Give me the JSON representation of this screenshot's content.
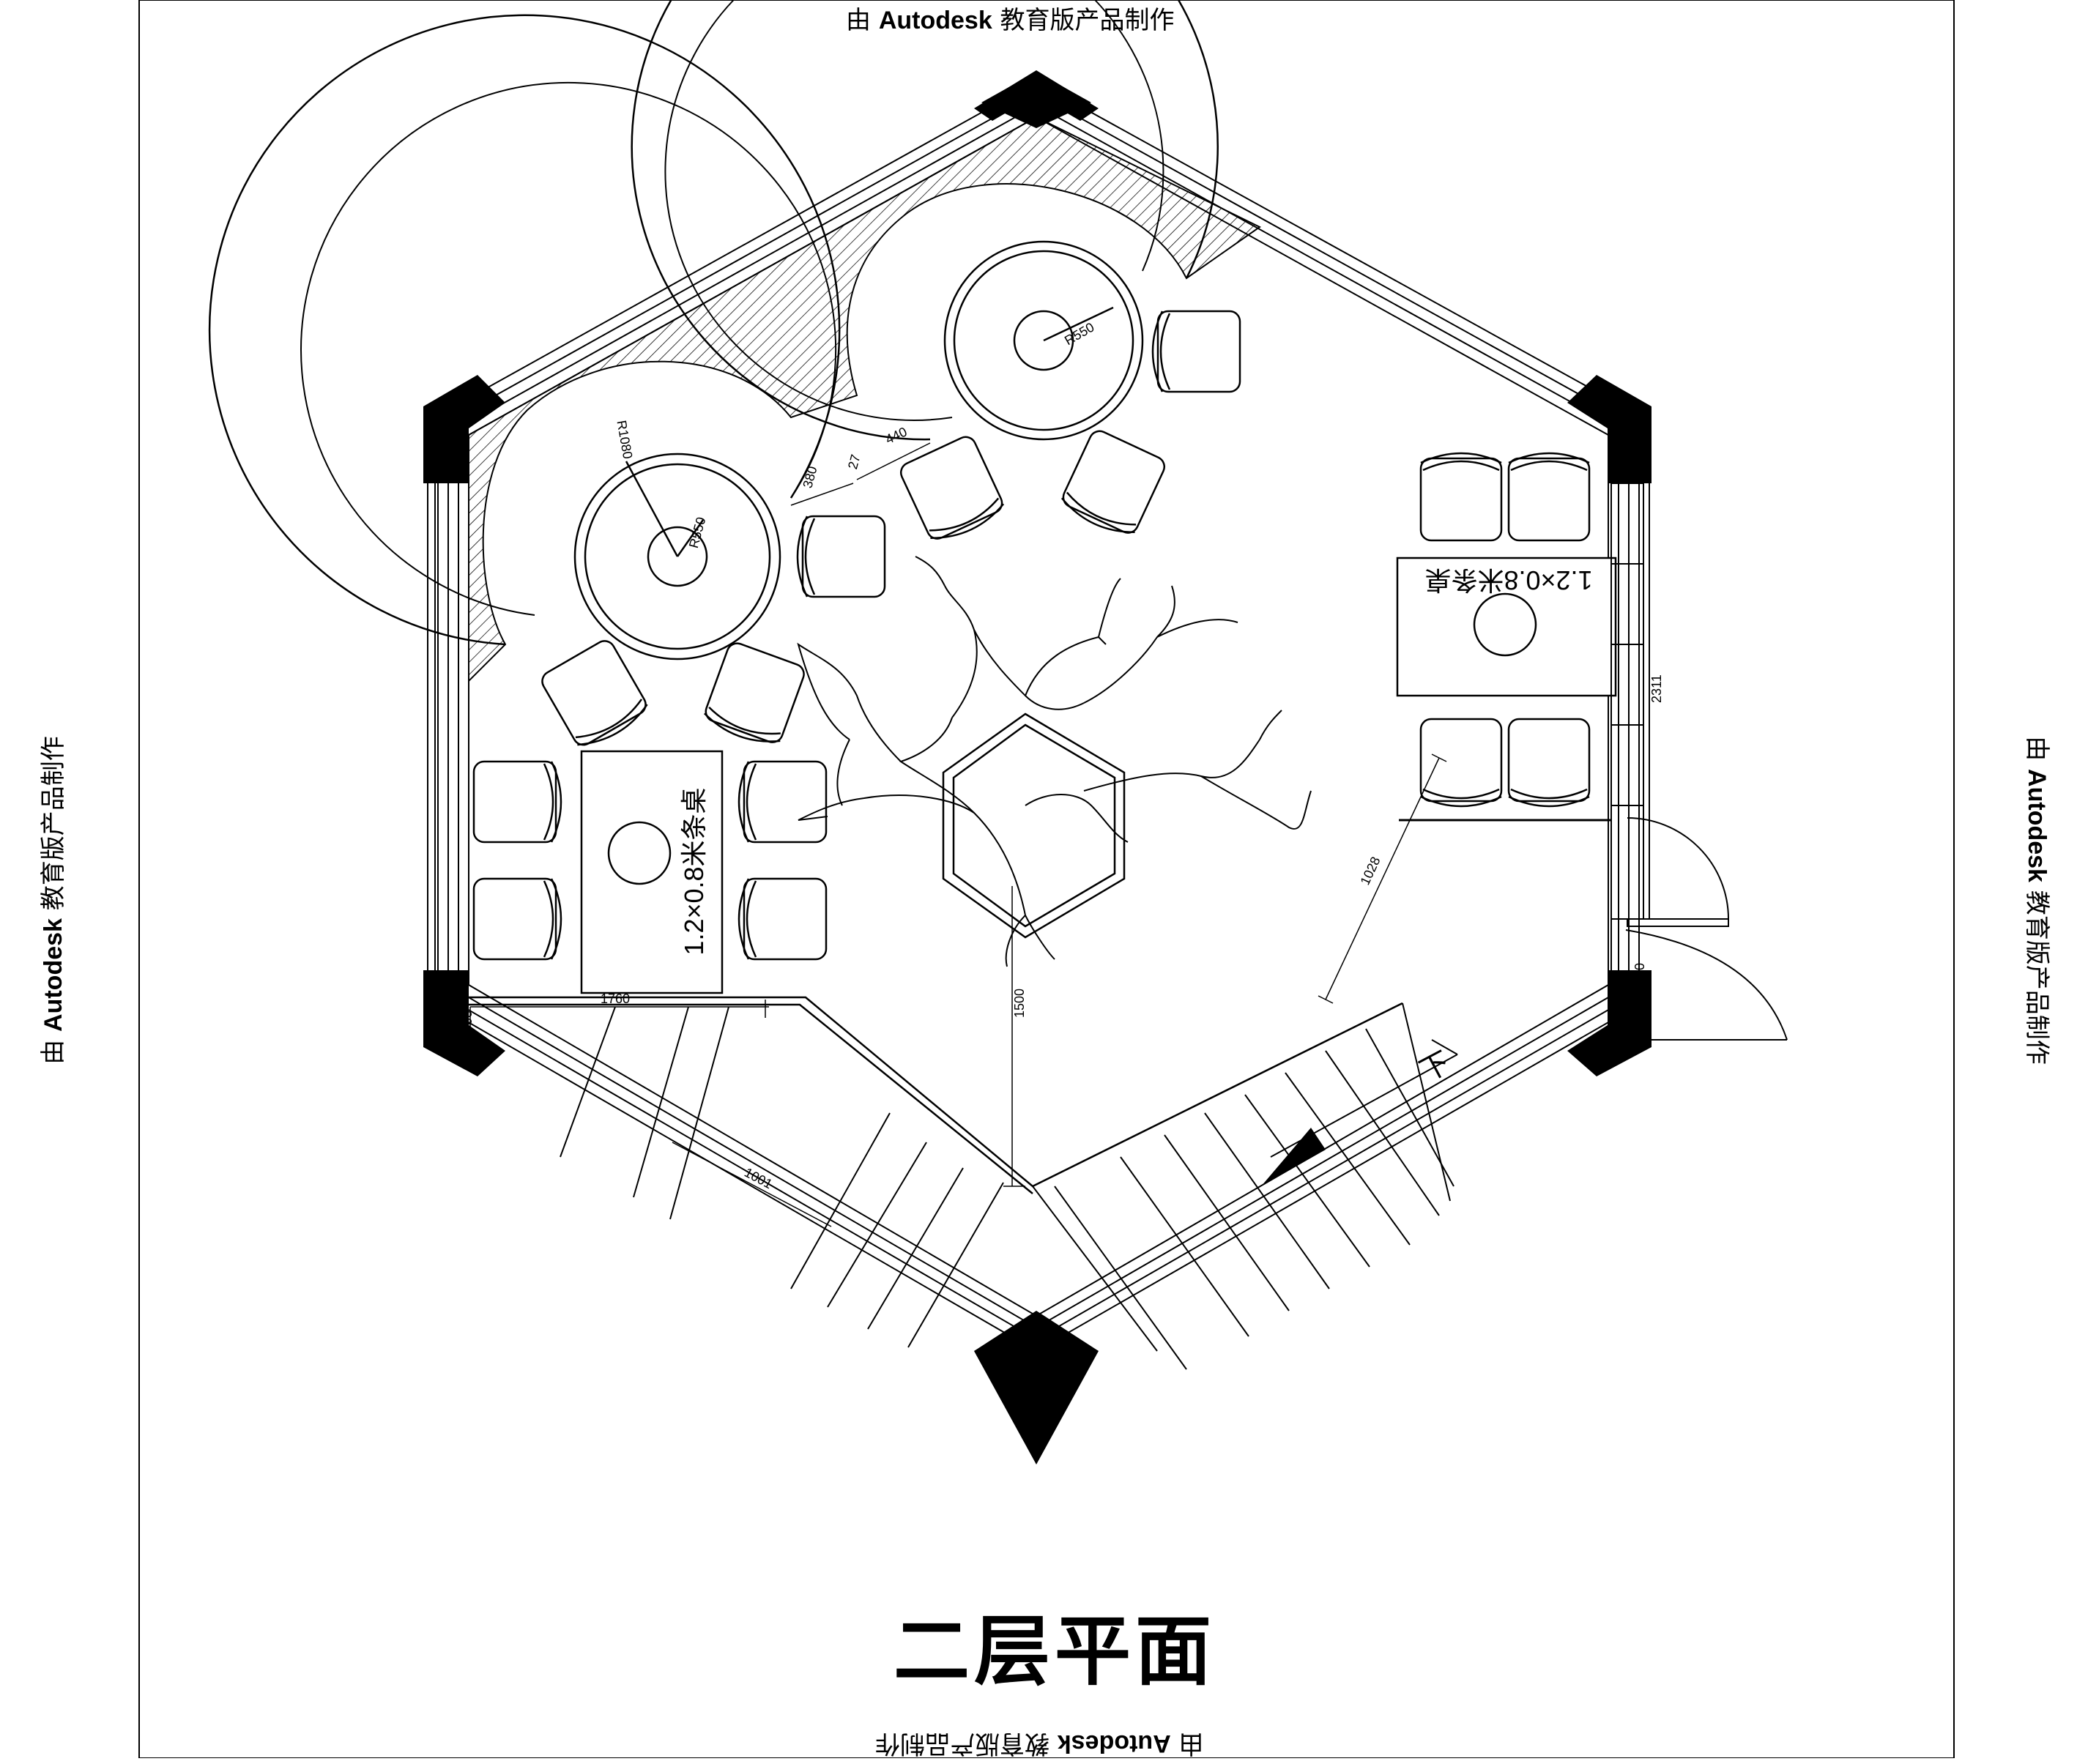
{
  "watermark": {
    "prefix": "由 ",
    "brand": "Autodesk",
    "suffix": " 教育版产品制作"
  },
  "title": "二层平面",
  "dimensions": {
    "r1080": "R1080",
    "r550_left": "R550",
    "r550_right": "R550",
    "d380": "380",
    "d27": "27",
    "d440": "440",
    "d2311": "2311",
    "d900": "900",
    "d1028": "1028",
    "d1500": "1500",
    "d300": "300",
    "d1760": "1760",
    "d1001": "1001"
  },
  "table_labels": {
    "left": "1.2×0.8米条桌",
    "right": "1.2×0.8米条桌"
  },
  "stair_label": "下"
}
